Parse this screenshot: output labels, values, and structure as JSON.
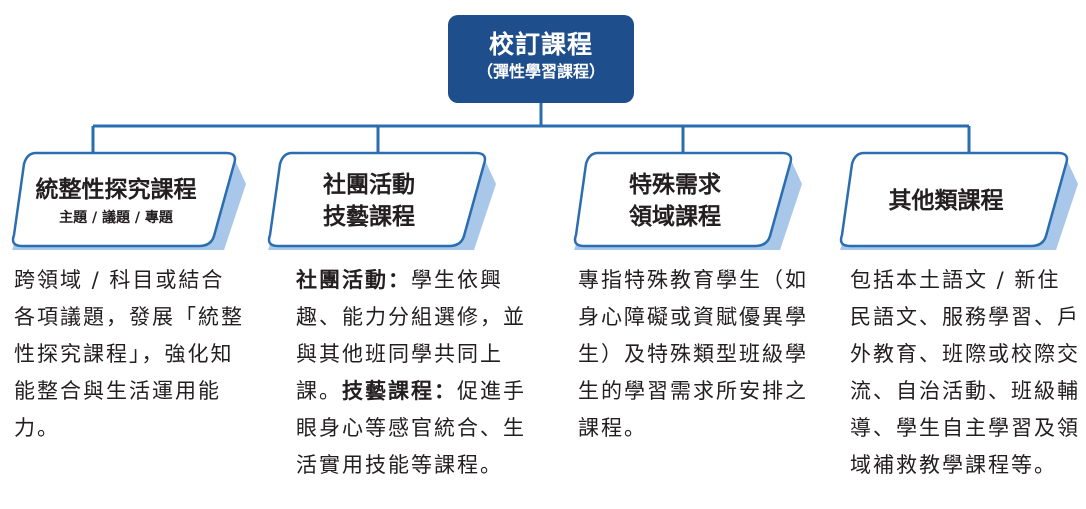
{
  "root": {
    "title": "校訂課程",
    "subtitle": "（彈性學習課程）"
  },
  "categories": [
    {
      "title": "統整性探究課程",
      "subtitle": "主題 / 議題 / 專題"
    },
    {
      "title": "社團活動",
      "title2": "技藝課程"
    },
    {
      "title": "特殊需求",
      "title2": "領域課程"
    },
    {
      "title": "其他類課程"
    }
  ],
  "descriptions": {
    "integrated": "跨領域 / 科目或結合各項議題，發展「統整性探究課程」，強化知能整合與生活運用能力。",
    "club": {
      "term1": "社團活動：",
      "text1": "學生依興趣、能力分組選修，並與其他班同學共同上課。",
      "term2": "技藝課程：",
      "text2": "促進手眼身心等感官統合、生活實用技能等課程。"
    },
    "special": "專指特殊教育學生（如身心障礙或資賦優異學生）及特殊類型班級學生的學習需求所安排之課程。",
    "other": "包括本土語文 / 新住民語文、服務學習、戶外教育、班際或校際交流、自治活動、班級輔導、學生自主學習及領域補救教學課程等。"
  },
  "colors": {
    "root_fill": "#1f4e8c",
    "connector": "#2a6db0",
    "box_border": "#2a6db0",
    "box_shadow": "#a9c7e8",
    "text": "#231f20"
  }
}
